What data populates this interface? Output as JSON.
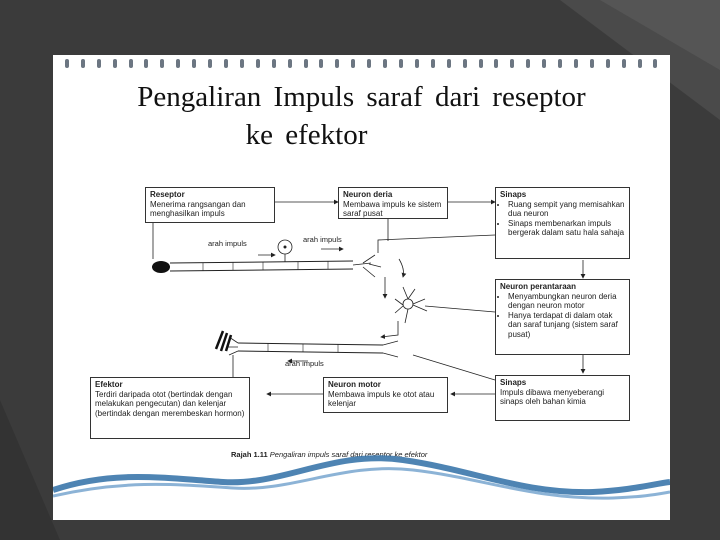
{
  "title": {
    "line1": "Pengaliran Impuls saraf dari reseptor",
    "line2": "ke efektor"
  },
  "boxes": {
    "reseptor": {
      "heading": "Reseptor",
      "text": "Menerima rangsangan dan menghasilkan impuls"
    },
    "neuron_deria": {
      "heading": "Neuron deria",
      "text": "Membawa impuls ke sistem saraf pusat"
    },
    "sinaps1": {
      "heading": "Sinaps",
      "bullets": [
        "Ruang sempit yang memisahkan dua neuron",
        "Sinaps membenarkan impuls bergerak dalam satu hala sahaja"
      ]
    },
    "neuron_perantaraan": {
      "heading": "Neuron perantaraan",
      "bullets": [
        "Menyambungkan neuron deria dengan neuron motor",
        "Hanya terdapat di dalam otak dan saraf tunjang (sistem saraf pusat)"
      ]
    },
    "sinaps2": {
      "heading": "Sinaps",
      "text": "Impuls dibawa menyeberangi sinaps oleh bahan kimia"
    },
    "neuron_motor": {
      "heading": "Neuron motor",
      "text": "Membawa impuls ke otot atau kelenjar"
    },
    "efektor": {
      "heading": "Efektor",
      "text": "Terdiri daripada otot (bertindak dengan melakukan pengecutan) dan kelenjar (bertindak dengan merembeskan hormon)"
    }
  },
  "labels": {
    "arah1": "arah impuls",
    "arah2": "arah impuls",
    "arah3": "arah impuls"
  },
  "caption": {
    "number": "Rajah 1.11",
    "text": "Pengaliran impuls saraf dari reseptor ke efektor"
  },
  "colors": {
    "background": "#3b3b3b",
    "slide": "#ffffff",
    "wave": "#2f6fa6",
    "rings": "#6c7682"
  }
}
